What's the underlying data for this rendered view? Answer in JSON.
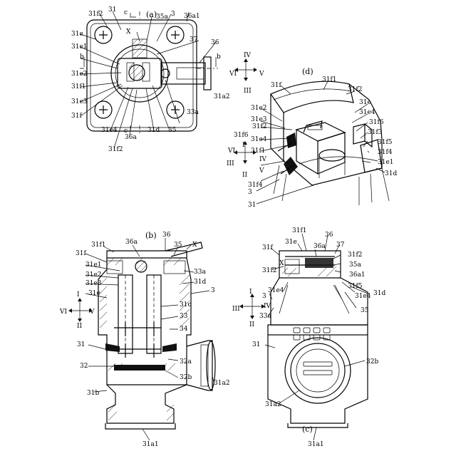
{
  "figures": {
    "a": {
      "caption": "(a)",
      "labels": [
        "31f2",
        "31",
        "c",
        "35a",
        "3",
        "36a1",
        "31e",
        "X",
        "37",
        "36",
        "31e1",
        "b",
        "IV",
        "b",
        "31e2",
        "VI",
        "V",
        "31f1",
        "III",
        "31e3",
        "31a2",
        "31f",
        "33a",
        "31e4",
        "36a",
        "31d",
        "35",
        "31f2",
        "c"
      ]
    },
    "b": {
      "caption": "(b)",
      "labels": [
        "31f1",
        "36a",
        "36",
        "35",
        "X",
        "31f",
        "31e1",
        "33a",
        "31e2",
        "31d",
        "31e3",
        "3",
        "31e",
        "I",
        "31c",
        "VI",
        "V",
        "33",
        "II",
        "34",
        "31",
        "32a",
        "32",
        "32b",
        "31a2",
        "31b",
        "31a1"
      ]
    },
    "c": {
      "caption": "(c)",
      "labels": [
        "31f1",
        "36",
        "31e",
        "36a",
        "37",
        "31f",
        "31f2",
        "X",
        "35a",
        "31f2",
        "36a1",
        "31e4",
        "31f5",
        "31d",
        "3",
        "31e4",
        "I",
        "III",
        "IV",
        "35",
        "33a",
        "II",
        "31",
        "32b",
        "31a2",
        "31a1"
      ]
    },
    "d": {
      "caption": "(d)",
      "labels": [
        "31f",
        "31f1",
        "31f2",
        "31e",
        "31e2",
        "31e4",
        "31e3",
        "31f6",
        "31f2",
        "31f3",
        "31f6",
        "31e4",
        "31f5",
        "31f1",
        "31f4",
        "I",
        "VI",
        "IV",
        "31e1",
        "III",
        "31d",
        "II",
        "V",
        "31f4",
        "3",
        "31"
      ]
    }
  }
}
